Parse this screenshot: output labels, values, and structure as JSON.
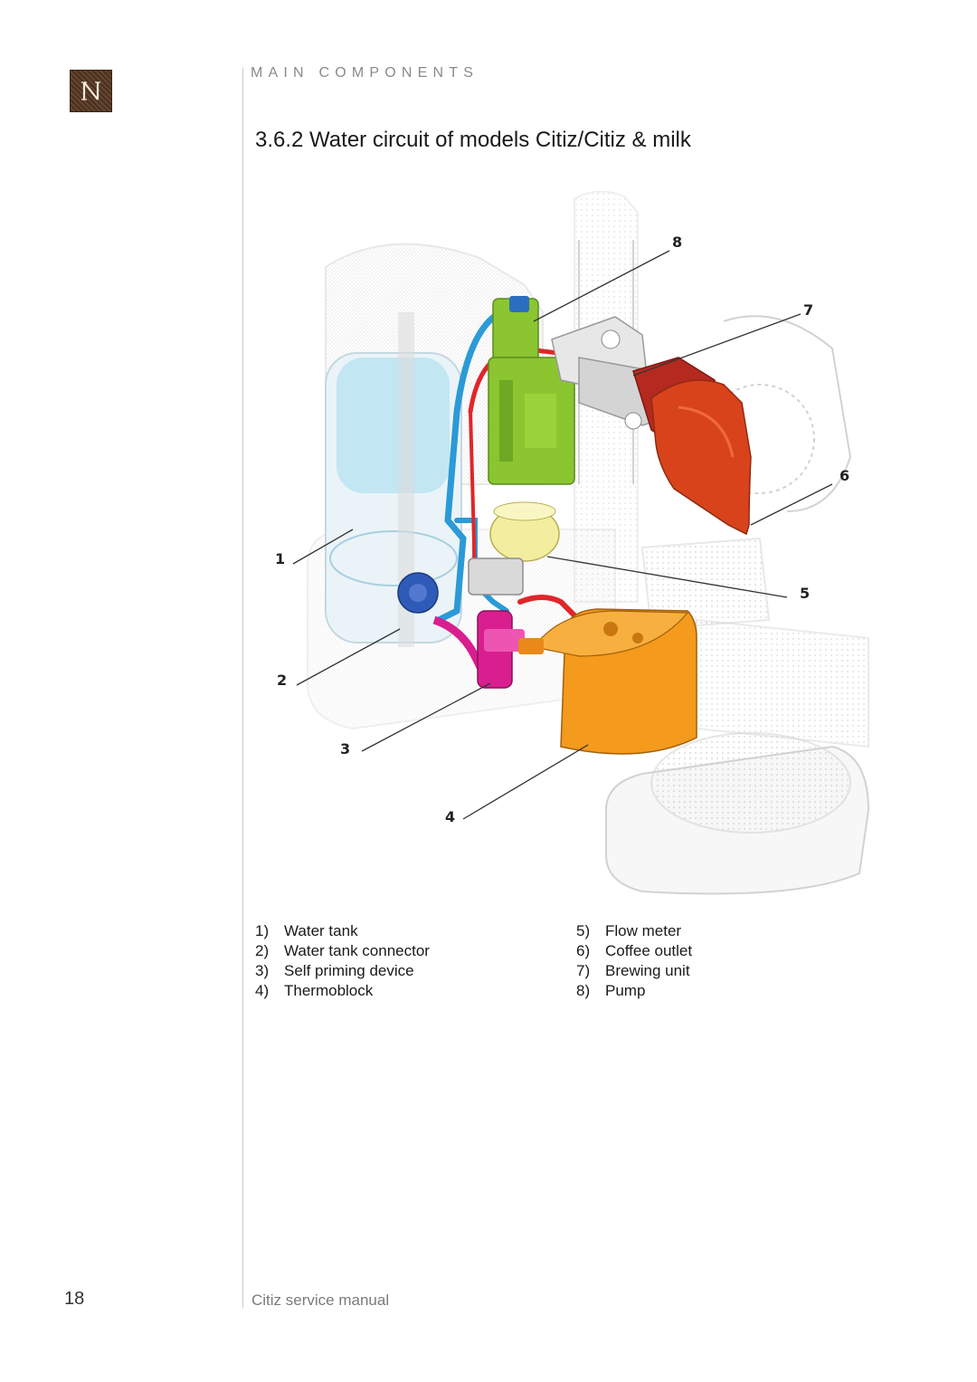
{
  "header": {
    "section_label": "MAIN COMPONENTS",
    "title": "3.6.2  Water circuit of models Citiz/Citiz & milk"
  },
  "logo": {
    "letter": "N",
    "color": "#5a3a24"
  },
  "figure": {
    "callouts": [
      "1",
      "2",
      "3",
      "4",
      "5",
      "6",
      "7",
      "8"
    ],
    "component_colors": {
      "water_tank": "#bfe4f2",
      "water_tank_connector": "#2f5bb8",
      "self_priming_device": "#d91e8f",
      "thermoblock": "#f49a1c",
      "flow_meter": "#f3eda0",
      "coffee_outlet": "#d8431c",
      "brewing_unit": "#b52a20",
      "pump": "#8bc530",
      "cold_tube": "#2b9ad6",
      "hot_tube": "#e0262a"
    }
  },
  "legend": {
    "left": [
      {
        "num": "1)",
        "label": "Water tank"
      },
      {
        "num": "2)",
        "label": "Water tank connector"
      },
      {
        "num": "3)",
        "label": "Self priming device"
      },
      {
        "num": "4)",
        "label": "Thermoblock"
      }
    ],
    "right": [
      {
        "num": "5)",
        "label": "Flow meter"
      },
      {
        "num": "6)",
        "label": "Coffee outlet"
      },
      {
        "num": "7)",
        "label": "Brewing unit"
      },
      {
        "num": "8)",
        "label": "Pump"
      }
    ]
  },
  "footer": {
    "page_number": "18",
    "manual_title": "Citiz service manual"
  }
}
